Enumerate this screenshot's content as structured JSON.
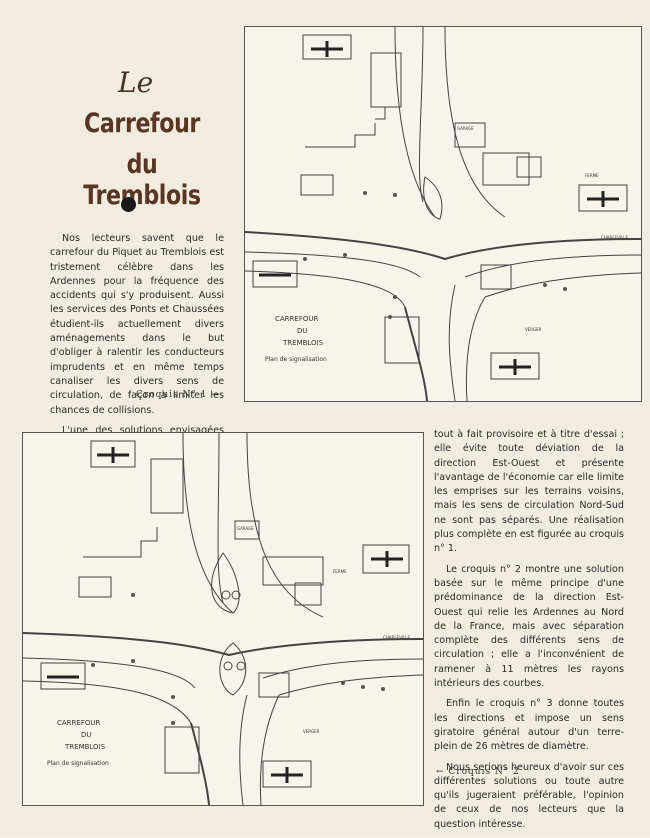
{
  "heading": {
    "le": "Le",
    "title_line1": "Carrefour",
    "title_line2": "du Tremblois"
  },
  "intro_paragraphs": [
    "Nos lecteurs savent que le carrefour du Piquet au Tremblois est tristement célèbre dans les Ardennes pour la fréquence des accidents qui s'y produisent. Aussi les services des Ponts et Chaussées étudient-ils actuellement divers aménagements dans le but d'obliger à ralentir les conducteurs imprudents et en même temps canaliser les divers sens de circulation, de façon à limiter les chances de collisions.",
    "L'une des solutions envisagées est réalisée depuis quelques jours, de façon"
  ],
  "continuation_paragraphs": [
    "tout à fait provisoire et à titre d'essai ; elle évite toute déviation de la direction Est-Ouest et présente l'avantage de l'économie car elle limite les emprises sur les terrains voisins, mais les sens de circulation Nord-Sud ne sont pas séparés. Une réalisation plus complète en est figurée au croquis n° 1.",
    "Le croquis n° 2 montre une solution basée sur le même principe d'une prédominance de la direction Est-Ouest qui relie les Ardennes au Nord de la France, mais avec séparation complète des différents sens de circulation ; elle a l'inconvénient de ramener à 11 mètres les rayons intérieurs des courbes.",
    "Enfin le croquis n° 3 donne toutes les directions et impose un sens giratoire général autour d'un terre-plein de 26 mètres de diamètre.",
    "Nous serions heureux d'avoir sur ces différentes solutions ou toute autre qu'ils jugeraient préférable, l'opinion de ceux de nos lecteurs que la question intéresse."
  ],
  "croquis_1": "Croquis N° 1 →",
  "croquis_2": "← Croquis N° 2",
  "figure_1": {
    "caption_line1": "CARREFOUR",
    "caption_line2": "DU",
    "caption_line3": "TREMBLOIS",
    "caption_line4": "Plan de signalisation",
    "label_garage": "GARAGE",
    "label_ferme": "FERME",
    "label_charleville": "CHARLEVILLE",
    "label_verger": "VERGER"
  },
  "figure_2": {
    "caption_line1": "CARREFOUR",
    "caption_line2": "DU",
    "caption_line3": "TREMBLOIS",
    "caption_line4": "Plan de signalisation",
    "label_garage": "GARAGE",
    "label_ferme": "FERME",
    "label_charleville": "CHARLEVILLE",
    "label_verger": "VERGER"
  }
}
